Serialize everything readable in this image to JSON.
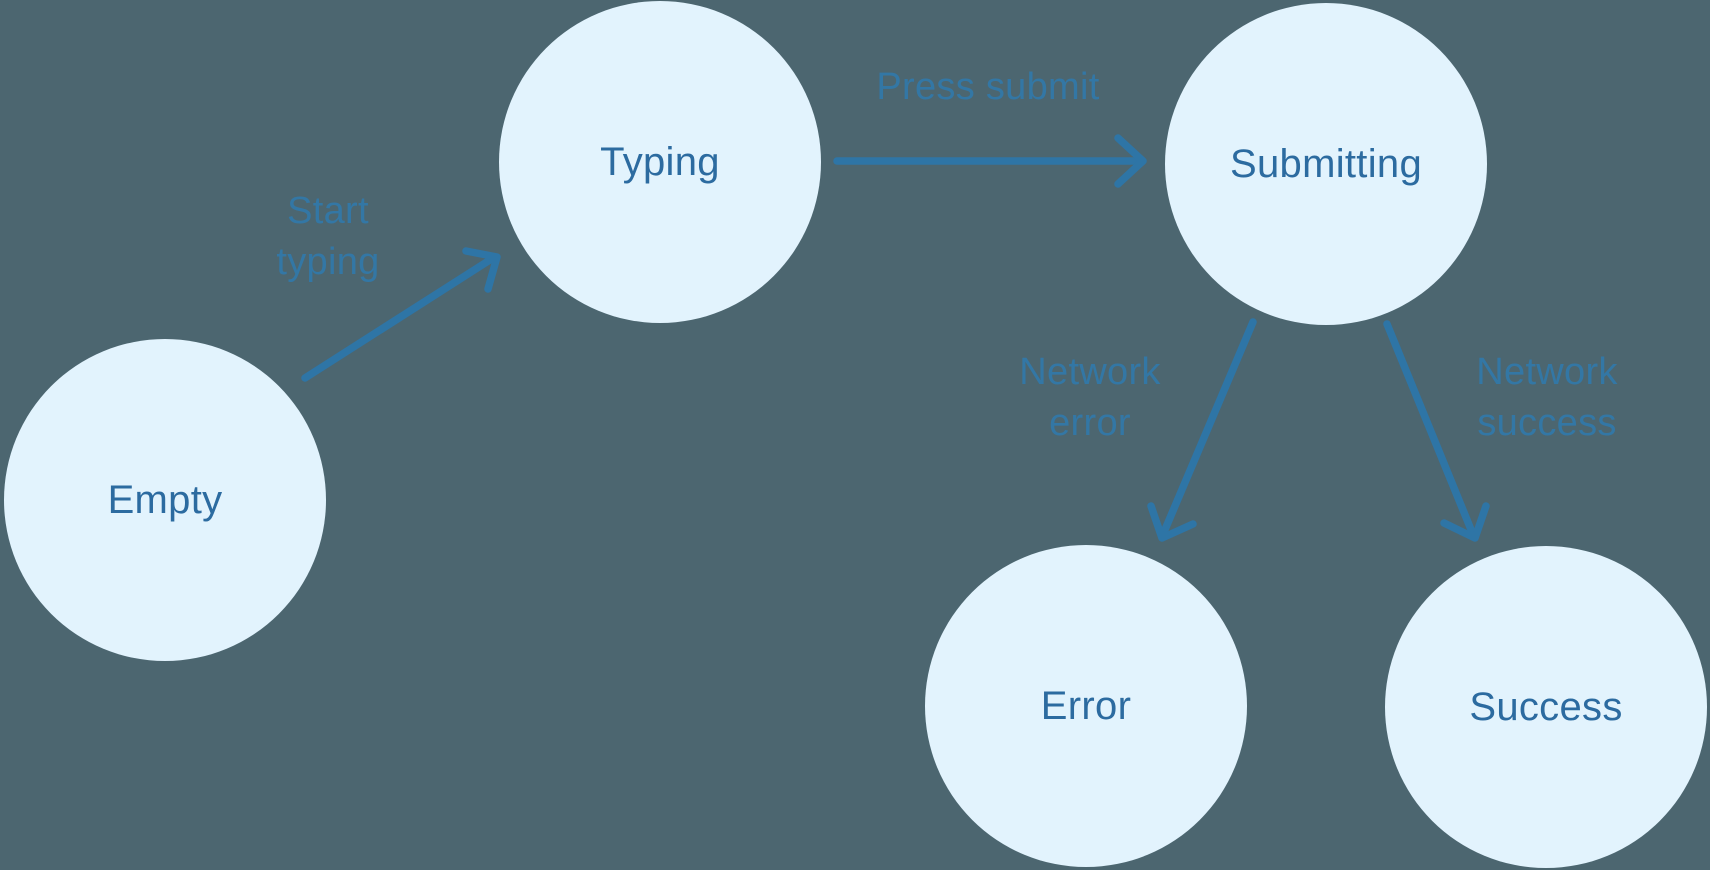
{
  "colors": {
    "background": "#4c6670",
    "node_fill": "#e2f3fd",
    "node_text": "#2c6ba0",
    "arrow": "#2e75a6",
    "edge_label": "#3278a8"
  },
  "nodes": [
    {
      "id": "empty",
      "label": "Empty"
    },
    {
      "id": "typing",
      "label": "Typing"
    },
    {
      "id": "submitting",
      "label": "Submitting"
    },
    {
      "id": "error",
      "label": "Error"
    },
    {
      "id": "success",
      "label": "Success"
    }
  ],
  "edges": [
    {
      "from": "empty",
      "to": "typing",
      "label": "Start typing"
    },
    {
      "from": "typing",
      "to": "submitting",
      "label": "Press submit"
    },
    {
      "from": "submitting",
      "to": "error",
      "label": "Network error"
    },
    {
      "from": "submitting",
      "to": "success",
      "label": "Network success"
    }
  ]
}
